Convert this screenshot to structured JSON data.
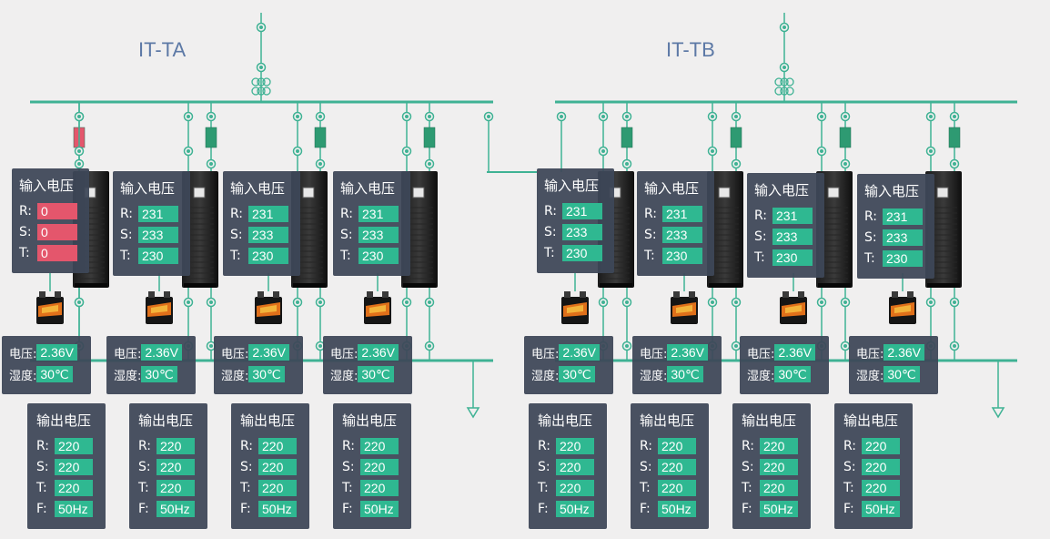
{
  "systems": [
    {
      "title": "IT-TA",
      "units": [
        {
          "input": {
            "title": "输入电压",
            "R": "0",
            "S": "0",
            "T": "0",
            "alarm": true
          },
          "battery": {
            "voltage_label": "电压:",
            "voltage": "2.36V",
            "humidity_label": "湿度:",
            "humidity": "30℃"
          },
          "output": {
            "title": "输出电压",
            "R": "220",
            "S": "220",
            "T": "220",
            "F": "50Hz"
          }
        },
        {
          "input": {
            "title": "输入电压",
            "R": "231",
            "S": "233",
            "T": "230",
            "alarm": false
          },
          "battery": {
            "voltage_label": "电压:",
            "voltage": "2.36V",
            "humidity_label": "湿度:",
            "humidity": "30℃"
          },
          "output": {
            "title": "输出电压",
            "R": "220",
            "S": "220",
            "T": "220",
            "F": "50Hz"
          }
        },
        {
          "input": {
            "title": "输入电压",
            "R": "231",
            "S": "233",
            "T": "230",
            "alarm": false
          },
          "battery": {
            "voltage_label": "电压:",
            "voltage": "2.36V",
            "humidity_label": "湿度:",
            "humidity": "30℃"
          },
          "output": {
            "title": "输出电压",
            "R": "220",
            "S": "220",
            "T": "220",
            "F": "50Hz"
          }
        },
        {
          "input": {
            "title": "输入电压",
            "R": "231",
            "S": "233",
            "T": "230",
            "alarm": false
          },
          "battery": {
            "voltage_label": "电压:",
            "voltage": "2.36V",
            "humidity_label": "湿度:",
            "humidity": "30℃"
          },
          "output": {
            "title": "输出电压",
            "R": "220",
            "S": "220",
            "T": "220",
            "F": "50Hz"
          }
        }
      ]
    },
    {
      "title": "IT-TB",
      "units": [
        {
          "input": {
            "title": "输入电压",
            "R": "231",
            "S": "233",
            "T": "230",
            "alarm": false
          },
          "battery": {
            "voltage_label": "电压:",
            "voltage": "2.36V",
            "humidity_label": "湿度:",
            "humidity": "30℃"
          },
          "output": {
            "title": "输出电压",
            "R": "220",
            "S": "220",
            "T": "220",
            "F": "50Hz"
          }
        },
        {
          "input": {
            "title": "输入电压",
            "R": "231",
            "S": "233",
            "T": "230",
            "alarm": false
          },
          "battery": {
            "voltage_label": "电压:",
            "voltage": "2.36V",
            "humidity_label": "湿度:",
            "humidity": "30℃"
          },
          "output": {
            "title": "输出电压",
            "R": "220",
            "S": "220",
            "T": "220",
            "F": "50Hz"
          }
        },
        {
          "input": {
            "title": "输入电压",
            "R": "231",
            "S": "233",
            "T": "230",
            "alarm": false
          },
          "battery": {
            "voltage_label": "电压:",
            "voltage": "2.36V",
            "humidity_label": "湿度:",
            "humidity": "30℃"
          },
          "output": {
            "title": "输出电压",
            "R": "220",
            "S": "220",
            "T": "220",
            "F": "50Hz"
          }
        },
        {
          "input": {
            "title": "输入电压",
            "R": "231",
            "S": "233",
            "T": "230",
            "alarm": false
          },
          "battery": {
            "voltage_label": "电压:",
            "voltage": "2.36V",
            "humidity_label": "湿度:",
            "humidity": "30℃"
          },
          "output": {
            "title": "输出电压",
            "R": "220",
            "S": "220",
            "T": "220",
            "F": "50Hz"
          }
        }
      ]
    }
  ],
  "phase_labels": {
    "R": "R:",
    "S": "S:",
    "T": "T:",
    "F": "F:"
  },
  "colors": {
    "line": "#3fb294",
    "breaker_closed": "#2e9a72",
    "breaker_open": "#e4566c",
    "value_bg": "#2fb891",
    "panel_bg": "#3e4758",
    "title": "#5d79a6"
  }
}
